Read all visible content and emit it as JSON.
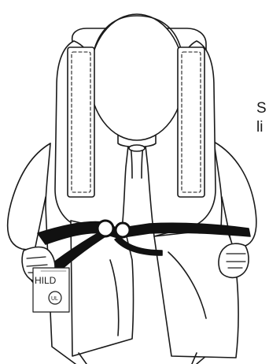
{
  "caption": {
    "line1": "S",
    "line2": "li"
  },
  "vest_label": {
    "text": "HILD",
    "fine_print": "",
    "ul_mark": "UL"
  },
  "colors": {
    "outline": "#1a1a1a",
    "strap": "#111111",
    "background": "#ffffff"
  }
}
